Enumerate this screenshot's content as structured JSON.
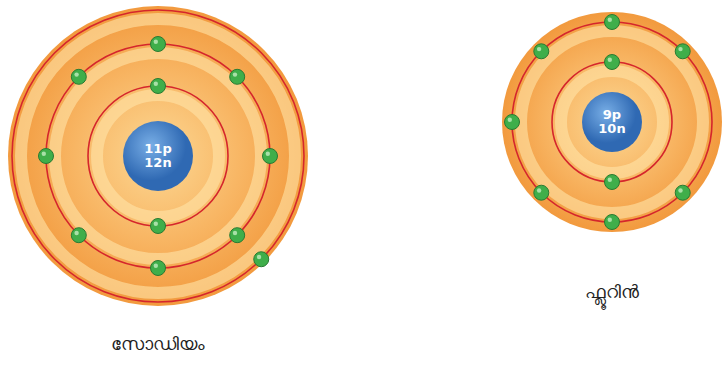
{
  "diagram": {
    "nodes": [
      {
        "text": [
          "സോഡിയം"
        ]
      },
      {
        "text": [
          "11p",
          "12n"
        ],
        "in": 0
      },
      {
        "text": [
          "ഫ്ലൂറിൻ"
        ]
      },
      {
        "text": [
          "9p",
          "10n"
        ],
        "in": 2
      }
    ]
  }
}
